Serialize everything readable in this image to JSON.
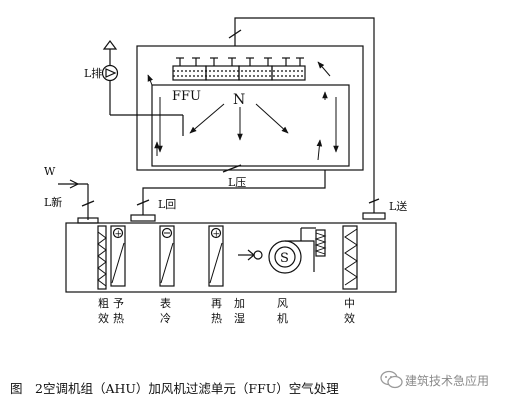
{
  "diagram": {
    "room": {
      "ffu_label": "FFU",
      "n_label": "N"
    },
    "labels": {
      "l_exhaust": "L排",
      "l_pressure": "L压",
      "w": "W",
      "l_fresh": "L新",
      "l_return": "L回",
      "l_supply": "L送"
    },
    "sections": [
      {
        "chars": [
          "粗",
          "效"
        ],
        "name": "coarse-filter"
      },
      {
        "chars": [
          "予",
          "热"
        ],
        "name": "preheat"
      },
      {
        "chars": [
          "表",
          "冷"
        ],
        "name": "surface-cooler"
      },
      {
        "chars": [
          "再",
          "热"
        ],
        "name": "reheat"
      },
      {
        "chars": [
          "加",
          "湿"
        ],
        "name": "humidifier"
      },
      {
        "chars": [
          "风",
          "机"
        ],
        "name": "fan"
      },
      {
        "chars": [
          "中",
          "效"
        ],
        "name": "medium-filter"
      }
    ],
    "fan_symbol": "S",
    "coil_plus": "+",
    "coil_minus": "−"
  },
  "caption": "图　2空调机组（AHU）加风机过滤单元（FFU）空气处理",
  "watermark": "建筑技术急应用",
  "icons": {
    "watermark_icon": "wechat-like-icon"
  }
}
